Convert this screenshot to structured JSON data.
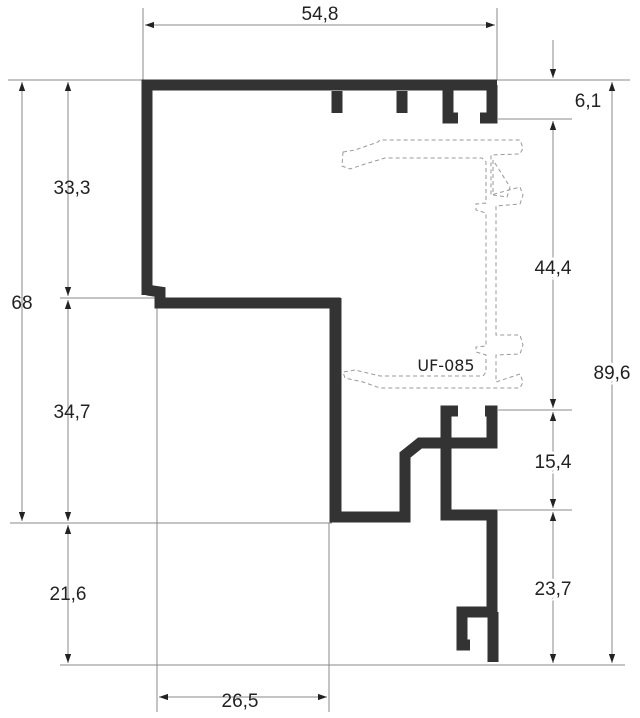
{
  "drawing": {
    "part_label": "UF-085",
    "dimensions": {
      "overall_width": "54,8",
      "left_total_height": "68",
      "upper_left_height": "33,3",
      "lower_left_height": "34,7",
      "bottom_extension": "21,6",
      "bottom_width": "26,5",
      "top_channel": "6,1",
      "insert_height": "44,4",
      "lower_channel": "15,4",
      "bottom_leg": "23,7",
      "overall_height": "89,6"
    },
    "colors": {
      "profile": "#333333",
      "dimension_lines": "#8a8a8a"
    }
  }
}
